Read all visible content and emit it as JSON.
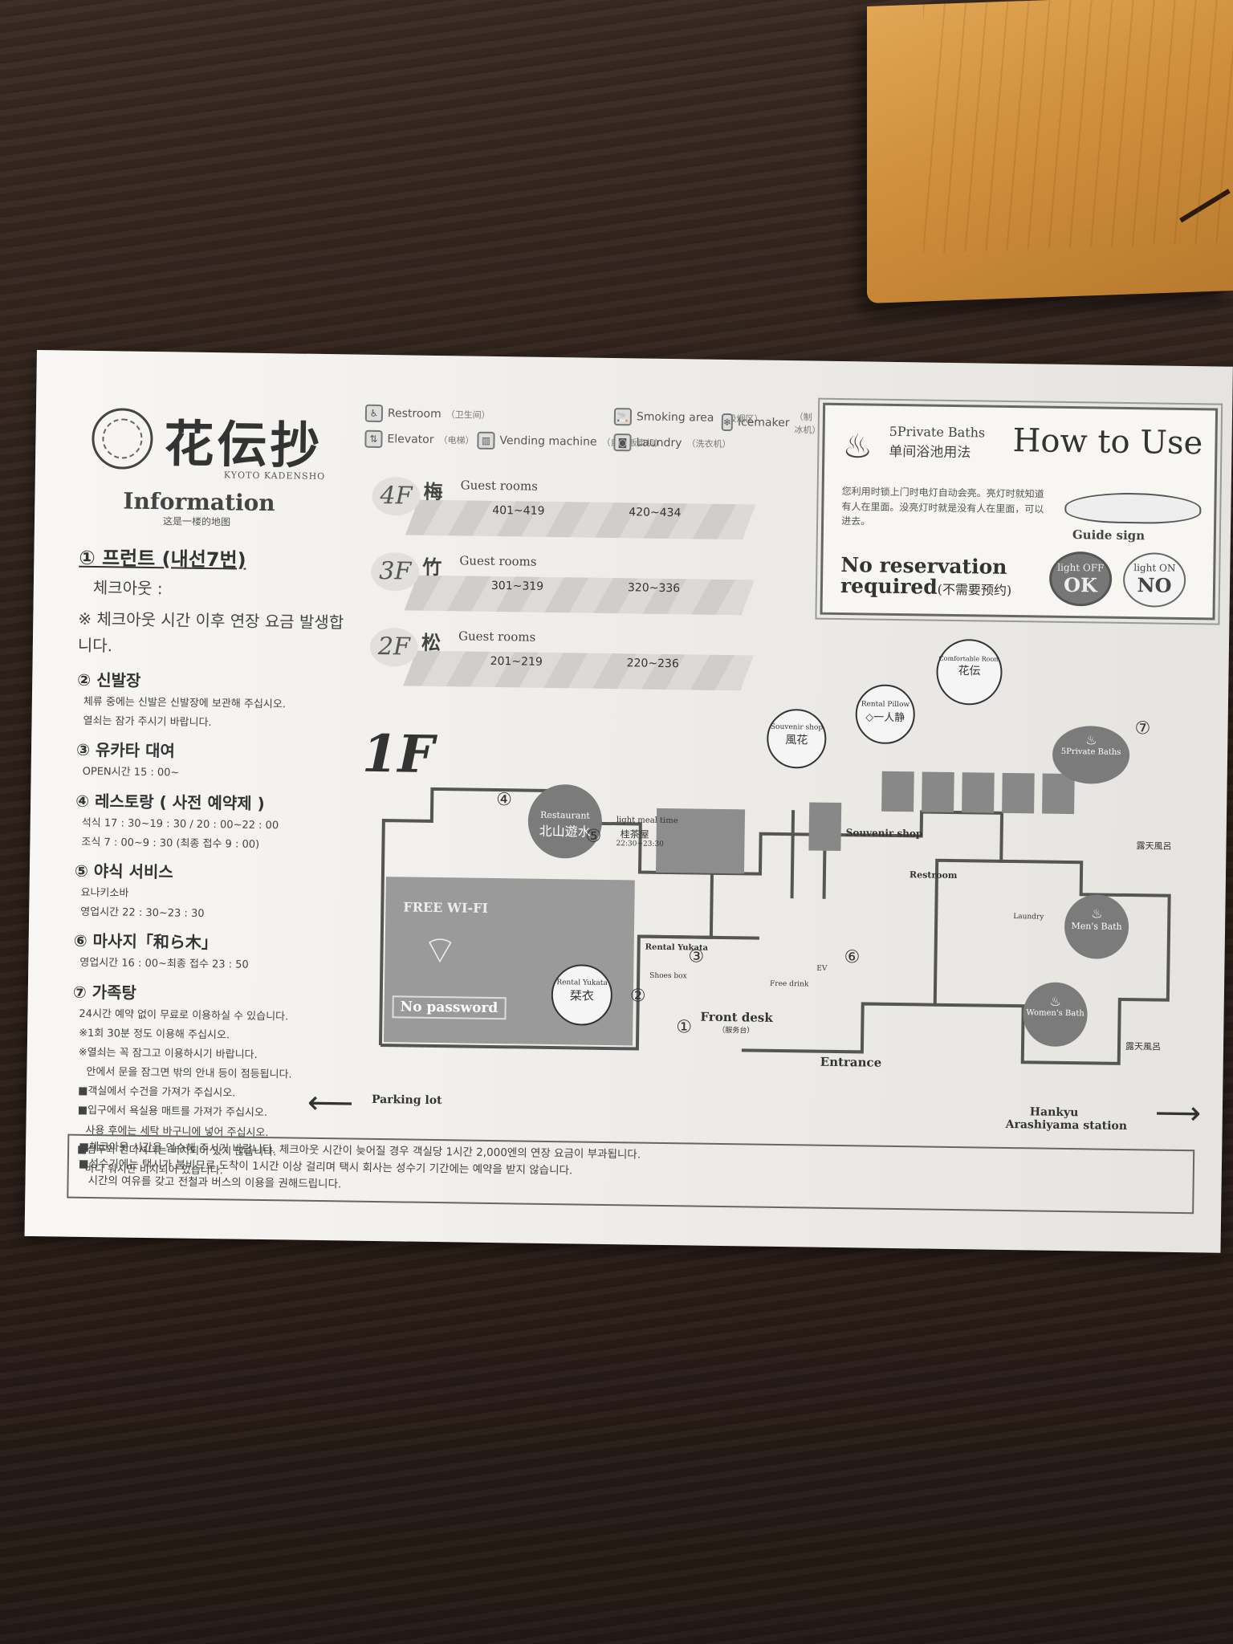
{
  "logo": {
    "name": "花伝抄",
    "sub": "KYOTO KADENSHO"
  },
  "info": {
    "title": "Information",
    "subtitle": "这是一楼的地图",
    "items": [
      {
        "head": "① 프런트 (내선7번)",
        "lines": [
          "체크아웃 :",
          "※ 체크아웃 시간 이후 연장 요금 발생합니다."
        ]
      },
      {
        "head": "② 신발장",
        "lines": [
          "체류 중에는 신발은 신발장에 보관해 주십시오.",
          "열쇠는 잠가 주시기 바랍니다."
        ]
      },
      {
        "head": "③ 유카타 대여",
        "lines": [
          "OPEN시간 15 : 00~"
        ]
      },
      {
        "head": "④ 레스토랑 ( 사전 예약제 )",
        "lines": [
          "석식 17 : 30~19 : 30 / 20 : 00~22 : 00",
          "조식 7 : 00~9 : 30 (최종 접수 9 : 00)"
        ]
      },
      {
        "head": "⑤ 야식 서비스",
        "lines": [
          "요나키소바",
          "영업시간 22 : 30~23 : 30"
        ]
      },
      {
        "head": "⑥ 마사지「和ら木」",
        "lines": [
          "영업시간 16 : 00~최종 접수 23 : 50"
        ]
      },
      {
        "head": "⑦ 가족탕",
        "lines": [
          "24시간 예약 없이 무료로 이용하실 수 있습니다.",
          "※1회 30분 정도 이용해 주십시오.",
          "※열쇠는 꼭 잠그고 이용하시기 바랍니다.",
          "안에서 문을 잠그면 밖의 안내 등이 점등됩니다.",
          "■객실에서 수건을 가져가 주십시오.",
          "■입구에서 욕실용 매트를 가져가 주십시오.",
          "사용 후에는 세탁 바구니에 넣어 주십시오.",
          "■샴푸와 컨디셔너는 비치되어 있지 않습니다.",
          "바디 워시만 비치되어 있습니다."
        ]
      }
    ]
  },
  "legend": [
    {
      "icon": "restroom-icon",
      "glyph": "♿",
      "label": "Restroom",
      "zh": "（卫生间）"
    },
    {
      "icon": "smoking-icon",
      "glyph": "🚬",
      "label": "Smoking area",
      "zh": "（吸烟区）"
    },
    {
      "icon": "icemaker-icon",
      "glyph": "❄",
      "label": "Icemaker",
      "zh": "（制冰机）"
    },
    {
      "icon": "elevator-icon",
      "glyph": "⇅",
      "label": "Elevator",
      "zh": "（电梯）"
    },
    {
      "icon": "vending-icon",
      "glyph": "▥",
      "label": "Vending machine",
      "zh": "（自动贩卖机）"
    },
    {
      "icon": "laundry-icon",
      "glyph": "◙",
      "label": "Laundry",
      "zh": "（洗衣机）"
    }
  ],
  "floors": [
    {
      "floor": "4F",
      "kanji": "梅",
      "label": "Guest rooms",
      "range1": "401~419",
      "range2": "420~434"
    },
    {
      "floor": "3F",
      "kanji": "竹",
      "label": "Guest rooms",
      "range1": "301~319",
      "range2": "320~336"
    },
    {
      "floor": "2F",
      "kanji": "松",
      "label": "Guest rooms",
      "range1": "201~219",
      "range2": "220~236"
    }
  ],
  "howto": {
    "private_baths": "5Private Baths",
    "private_baths_zh": "单间浴池用法",
    "title": "How to Use",
    "desc": "您利用时锁上门时电灯自动会亮。亮灯时就知道有人在里面。没亮灯时就是没有人在里面，可以进去。",
    "guide_sign": "Guide sign",
    "no_res_line1": "No reservation",
    "no_res_line2": "required",
    "no_res_zh": "(不需要预约)",
    "off_small": "light OFF",
    "off_big": "OK",
    "on_small": "light ON",
    "on_big": "NO"
  },
  "plan": {
    "floor": "1F",
    "free_wifi": "FREE WI-FI",
    "no_password": "No password",
    "restaurant": "Restaurant",
    "restaurant_zh": "北山遊水",
    "light_meal": "light meal time",
    "light_meal_zh": "桂茶屋",
    "light_meal_time": "22:30~23:30",
    "souvenir_shop": "Souvenir shop",
    "souvenir_zh": "風花",
    "rental_pillow": "Rental Pillow",
    "rental_pillow_zh": "◇一人静",
    "comfortable_room": "Comfortable Room",
    "comfortable_zh": "花伝",
    "private_baths": "5Private Baths",
    "rental_yukata": "Rental Yukata",
    "rental_yukata_zh": "栞衣",
    "shoes_box": "Shoes box",
    "front_desk": "Front desk",
    "front_desk_zh": "（服务台）",
    "free_drink": "Free drink",
    "restroom": "Restroom",
    "laundry": "Laundry",
    "mens_bath": "Men's Bath",
    "womens_bath": "Women's Bath",
    "ev": "EV",
    "entrance": "Entrance",
    "parking": "Parking lot",
    "hankyu": "Hankyu",
    "station": "Arashiyama station",
    "outdoor_bath": "露天風呂"
  },
  "notice": [
    "■체크아웃 시간을 엄수해 주시기 바랍니다. 체크아웃 시간이 늦어질 경우 객실당 1시간 2,000엔의 연장 요금이 부과됩니다.",
    "■성수기에는 택시가 붐비므로 도착이 1시간 이상 걸리며 택시 회사는 성수기 기간에는 예약을 받지 않습니다.",
    "시간의 여유를 갖고 전철과 버스의 이용을 권해드립니다."
  ]
}
